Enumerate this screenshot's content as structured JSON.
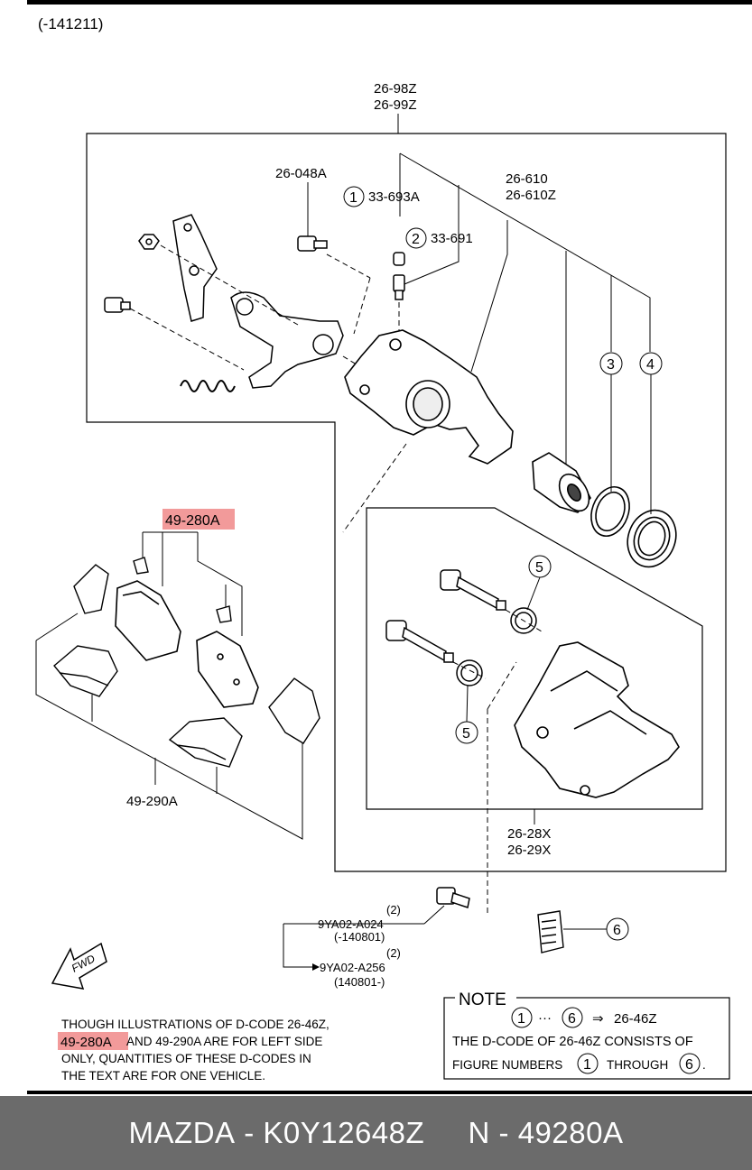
{
  "header": {
    "code": "(-141211)"
  },
  "diagram": {
    "labels": {
      "caliper_upper_a": "26-98Z",
      "caliper_upper_b": "26-99Z",
      "parking_lever": "26-048A",
      "bleeder_1": "33-693A",
      "bleeder_2": "33-691",
      "piston_a": "26-610",
      "piston_b": "26-610Z",
      "pads_highlight": "49-280A",
      "shims": "49-290A",
      "bracket_a": "26-28X",
      "bracket_b": "26-29X",
      "bolt_qty_1": "(2)",
      "bolt_1": "9YA02-A024",
      "bolt_1_range": "(-140801)",
      "bolt_qty_2": "(2)",
      "bolt_2": "9YA02-A256",
      "bolt_2_range": "(140801-)",
      "fwd": "FWD"
    },
    "callouts": {
      "c1": "1",
      "c2": "2",
      "c3": "3",
      "c4": "4",
      "c5a": "5",
      "c5b": "5",
      "c6": "6"
    }
  },
  "disclaimer": {
    "line1": "THOUGH ILLUSTRATIONS OF D-CODE 26-46Z,",
    "line2_code": "49-280A",
    "line2_rest": " AND 49-290A ARE FOR LEFT SIDE",
    "line3": "ONLY, QUANTITIES OF THESE D-CODES IN",
    "line4": "THE TEXT ARE FOR ONE VEHICLE."
  },
  "note": {
    "title": "NOTE",
    "range_start": "1",
    "ellipsis": "···",
    "range_end": "6",
    "arrow": "⇒",
    "range_code": "26-46Z",
    "line2": "THE D-CODE OF 26-46Z CONSISTS OF",
    "line3_a": "FIGURE NUMBERS",
    "line3_num1": "1",
    "line3_b": "THROUGH",
    "line3_num2": "6",
    "line3_c": "."
  },
  "footer": {
    "brand": "MAZDA",
    "sep1": " - ",
    "part": "K0Y12648Z",
    "gap": "     ",
    "n": "N",
    "sep2": " - ",
    "number": "49280A"
  },
  "colors": {
    "highlight": "#f29a9a",
    "footer_bg": "#6b6b6b",
    "footer_text": "#ffffff"
  }
}
